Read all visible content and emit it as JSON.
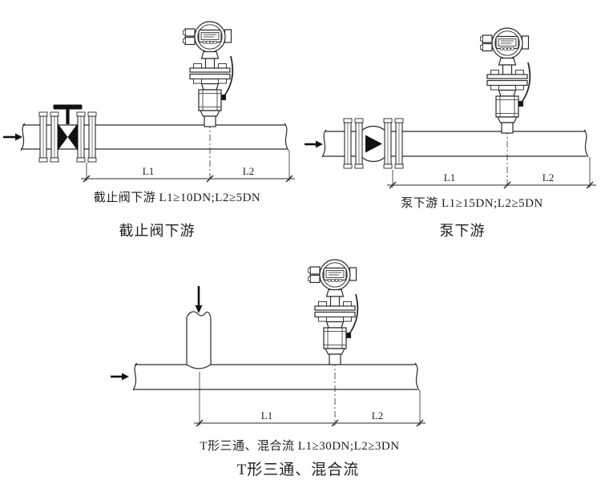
{
  "background": "#ffffff",
  "line_color": "#2a2a2a",
  "fill_color": "#111111",
  "diagrams": [
    {
      "id": "stop-valve-downstream",
      "caption": "截止阀下游",
      "spec": "截止阀下游 L1≥10DN;L2≥5DN",
      "dim": {
        "l1": "L1",
        "l2": "L2"
      }
    },
    {
      "id": "pump-downstream",
      "caption": "泵下游",
      "spec": "泵下游 L1≥15DN;L2≥5DN",
      "dim": {
        "l1": "L1",
        "l2": "L2"
      }
    },
    {
      "id": "tee-mixed-flow",
      "caption": "T形三通、混合流",
      "spec": "T形三通、混合流  L1≥30DN;L2≥3DN",
      "dim": {
        "l1": "L1",
        "l2": "L2"
      }
    }
  ]
}
